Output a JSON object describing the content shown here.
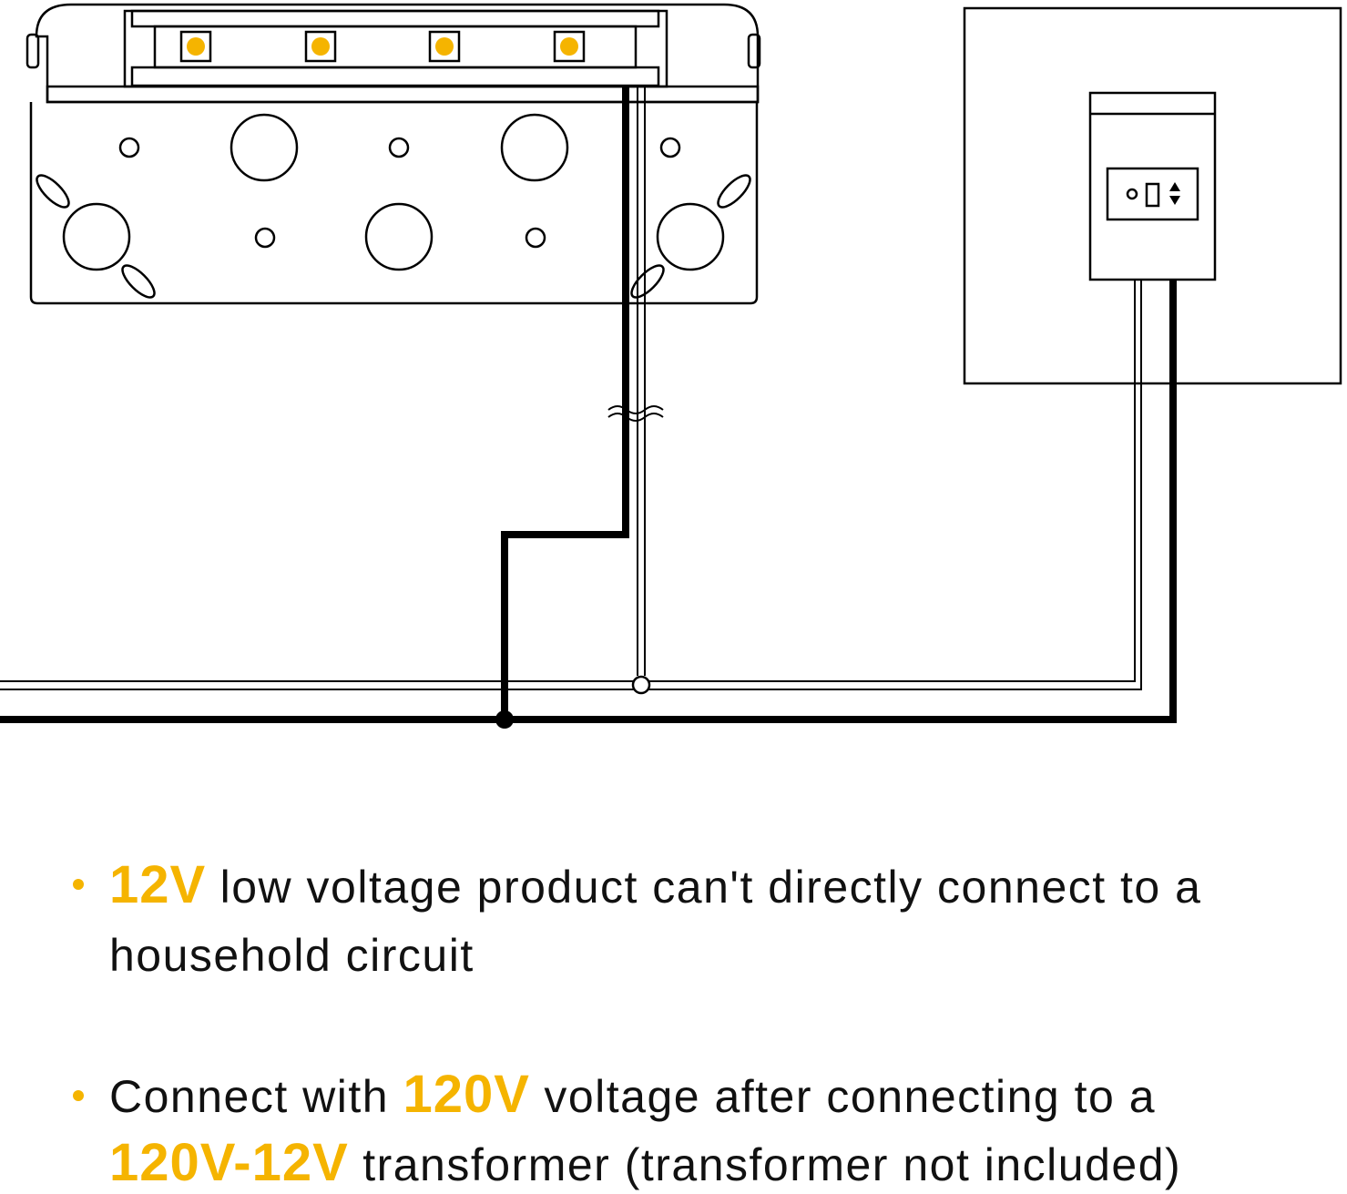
{
  "colors": {
    "accent": "#f5b400",
    "line": "#000000",
    "background": "#ffffff"
  },
  "diagram": {
    "led_count": 4,
    "wall_switch_icon": "rocker-switch-icon",
    "junction_icon": "wire-junction-icon"
  },
  "bullets": [
    {
      "highlight": "12V",
      "text1": "low voltage product can't directly connect to a",
      "text2": "household circuit"
    },
    {
      "prefix": "Connect with",
      "highlight1": "120V",
      "text1": "voltage after connecting to a",
      "highlight2": "120V-12V",
      "text2": "transformer (transformer not included)"
    }
  ]
}
